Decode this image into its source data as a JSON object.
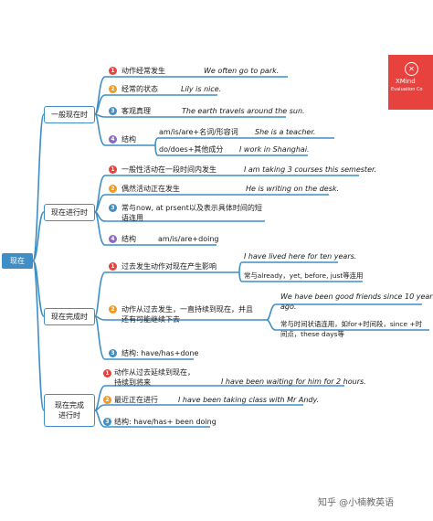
{
  "colors": {
    "line": "#3f8fc6",
    "root_bg": "#3f8fc6",
    "badge_red": "#e8423f",
    "badge_orange": "#f39a1e",
    "badge_blue": "#3f8fc6",
    "badge_purple": "#8a6bbf"
  },
  "root": "现在",
  "branches": [
    {
      "title": "一般现在时",
      "items": [
        {
          "num": "1",
          "label": "动作经常发生",
          "example": "We often go to park."
        },
        {
          "num": "2",
          "label": "经常的状态",
          "example": "Lily is nice."
        },
        {
          "num": "3",
          "label": "客观真理",
          "example": "The earth travels around the sun."
        },
        {
          "num": "4",
          "label": "结构",
          "subs": [
            {
              "label": "am/is/are+名词/形容词",
              "example": "She is a teacher."
            },
            {
              "label": "do/does+其他成分",
              "example": "I work in Shanghai."
            }
          ]
        }
      ]
    },
    {
      "title": "现在进行时",
      "items": [
        {
          "num": "1",
          "label": "一般性活动在一段时间内发生",
          "example": "I am taking 3 courses this semester."
        },
        {
          "num": "2",
          "label": "偶然活动正在发生",
          "example": "He is writing on the desk."
        },
        {
          "num": "3",
          "label_lines": [
            "常与now, at prsent以及表示具体时间的短",
            "语连用"
          ]
        },
        {
          "num": "4",
          "label": "结构",
          "example": "am/is/are+doing"
        }
      ]
    },
    {
      "title": "现在完成时",
      "items": [
        {
          "num": "1",
          "label": "过去发生动作对现在产生影响",
          "example": "I have lived here for ten years.",
          "note": "常与already，yet, before, just等连用"
        },
        {
          "num": "2",
          "label_lines": [
            "动作从过去发生，一直持续到现在，并且",
            "还有可能继续下去"
          ],
          "example_lines": [
            "We have been good friends since 10 years",
            "ago."
          ],
          "note_lines": [
            "常与时间状语连用，如for+时间段，since +时",
            "间点，these days等"
          ]
        },
        {
          "num": "3",
          "label": "结构: have/has+done"
        }
      ]
    },
    {
      "title_lines": [
        "现在完成",
        "进行时"
      ],
      "items": [
        {
          "num": "1",
          "label_lines": [
            "动作从过去延续到现在，",
            "持续到将来"
          ],
          "example": "I have been waiting for him for 2 hours."
        },
        {
          "num": "2",
          "label": "最近正在进行",
          "example": "I have been taking class with Mr Andy."
        },
        {
          "num": "3",
          "label": "结构: have/has+ been doing"
        }
      ]
    }
  ],
  "xmind_badge": {
    "icon": "close-icon",
    "line1": "XMind",
    "line2": "Evaluation Co"
  },
  "watermark": "知乎 @小楠教英语"
}
